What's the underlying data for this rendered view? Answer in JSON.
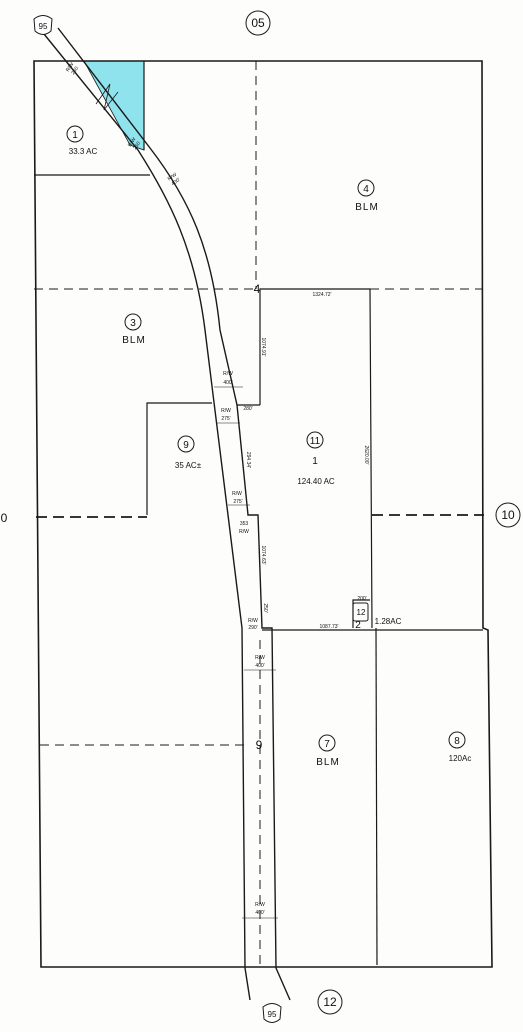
{
  "highway": "95",
  "page_refs": {
    "top": "05",
    "right": "10",
    "bottom": "12",
    "left": "0"
  },
  "section_numbers": [
    "4",
    "9"
  ],
  "parcels": [
    {
      "id": "1",
      "acres": "33.3 AC",
      "owner": ""
    },
    {
      "id": "4",
      "acres": "",
      "owner": "BLM"
    },
    {
      "id": "3",
      "acres": "",
      "owner": "BLM"
    },
    {
      "id": "9",
      "acres": "35 AC±",
      "owner": ""
    },
    {
      "id": "11",
      "acres": "124.40 AC",
      "owner": "",
      "sub": "1"
    },
    {
      "id": "12",
      "acres": "1.28AC",
      "owner": "",
      "sub": "2"
    },
    {
      "id": "7",
      "acres": "",
      "owner": "BLM"
    },
    {
      "id": "8",
      "acres": "120Ac",
      "owner": ""
    }
  ],
  "row_labels": [
    {
      "id": "rw1",
      "line1": "R/W",
      "line2": "250"
    },
    {
      "id": "rw2",
      "line1": "R/W",
      "line2": "250"
    },
    {
      "id": "rw3",
      "line1": "R/W",
      "line2": "400'"
    },
    {
      "id": "rw4",
      "line1": "R/W",
      "line2": "400'"
    },
    {
      "id": "rw5",
      "line1": "R/W",
      "line2": "275'"
    },
    {
      "id": "rw6",
      "line1": "R/W",
      "line2": "275'"
    },
    {
      "id": "rw7",
      "line1": "353",
      "line2": "R/W"
    },
    {
      "id": "rw8",
      "line1": "R/W",
      "line2": "290'"
    },
    {
      "id": "rw9",
      "line1": "R/W",
      "line2": "400'"
    },
    {
      "id": "rw10",
      "line1": "R/W",
      "line2": "400'"
    }
  ],
  "dimensions": {
    "top_11": "1324.72'",
    "right_11": "2620.00'",
    "bottom_11": "1087.73'",
    "step": "280'",
    "d200": "200'",
    "v1": "1074.91'",
    "v2": "294.34'",
    "v3": "1074.63'",
    "v4": "250'"
  },
  "colors": {
    "highlight": "#8fe3ec",
    "line": "#1a1a1a"
  }
}
